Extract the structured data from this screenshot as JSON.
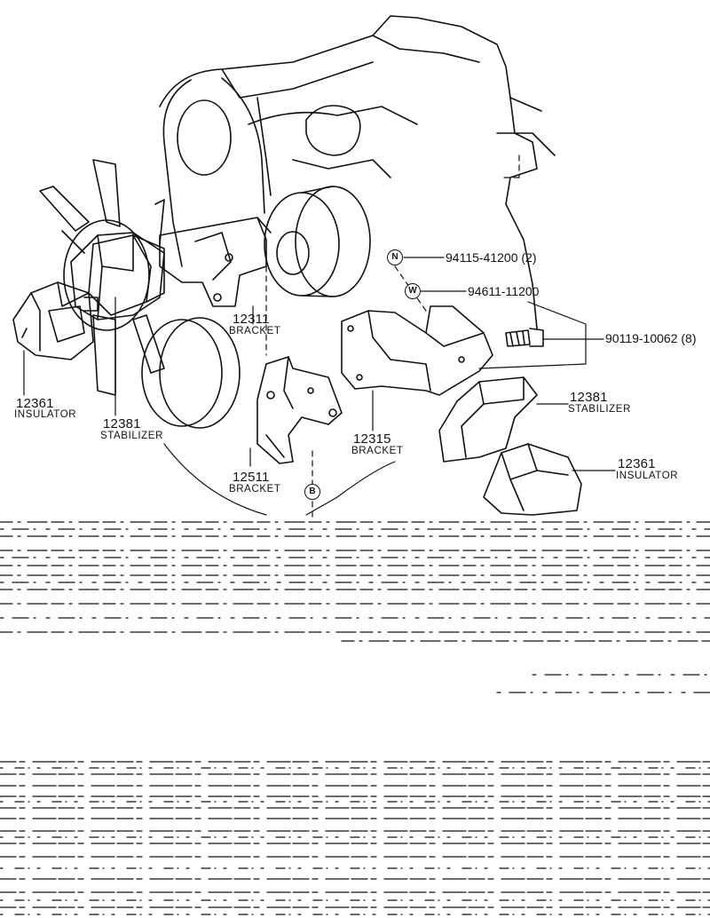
{
  "parts": {
    "insulator_left": {
      "number": "12361",
      "name": "INSULATOR"
    },
    "stabilizer_left": {
      "number": "12381",
      "name": "STABILIZER"
    },
    "bracket_12311": {
      "number": "12311",
      "name": "BRACKET"
    },
    "bracket_12511": {
      "number": "12511",
      "name": "BRACKET"
    },
    "bracket_12315": {
      "number": "12315",
      "name": "BRACKET"
    },
    "stabilizer_right": {
      "number": "12381",
      "name": "STABILIZER"
    },
    "insulator_right": {
      "number": "12361",
      "name": "INSULATOR"
    },
    "nut": {
      "symbol": "N",
      "part_number": "94115-41200 (2)"
    },
    "washer": {
      "symbol": "W",
      "part_number": "94611-11200"
    },
    "bolt": {
      "part_number": "90119-10062 (8)"
    },
    "ref_b": {
      "symbol": "B"
    }
  }
}
